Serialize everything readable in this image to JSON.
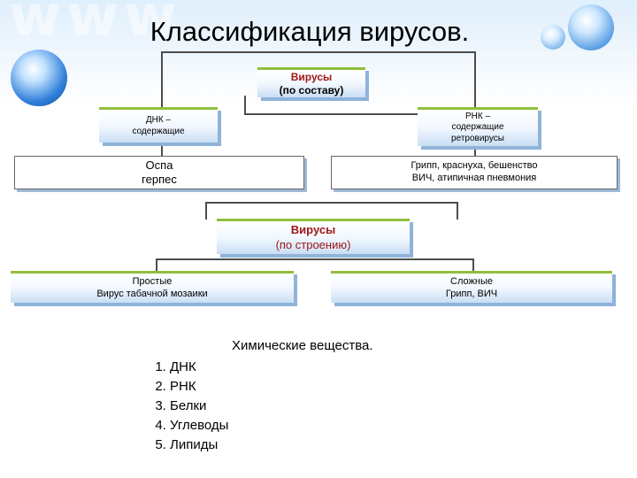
{
  "slide": {
    "title": "Классификация  вирусов."
  },
  "composition": {
    "root_line1": "Вирусы",
    "root_line2": "(по составу)",
    "dna_line1": "ДНК –",
    "dna_line2": "содержащие",
    "rna_line1": "РНК –",
    "rna_line2": "содержащие",
    "rna_line3": "ретровирусы",
    "dna_examples_line1": "Оспа",
    "dna_examples_line2": "герпес",
    "rna_examples_line1": "Грипп, краснуха, бешенство",
    "rna_examples_line2": "ВИЧ, атипичная пневмония"
  },
  "structure": {
    "root_line1": "Вирусы",
    "root_line2": "(по строению)",
    "simple_line1": "Простые",
    "simple_line2": "Вирус табачной мозаики",
    "complex_line1": "Сложные",
    "complex_line2": "Грипп, ВИЧ"
  },
  "chemicals": {
    "heading": "Химические вещества.",
    "items": [
      "ДНК",
      "РНК",
      "Белки",
      "Углеводы",
      "Липиды"
    ]
  },
  "colors": {
    "accent_red": "#a01818",
    "accent_green": "#8fbf3c",
    "box_shadow_blue": "#8fb3d9"
  }
}
